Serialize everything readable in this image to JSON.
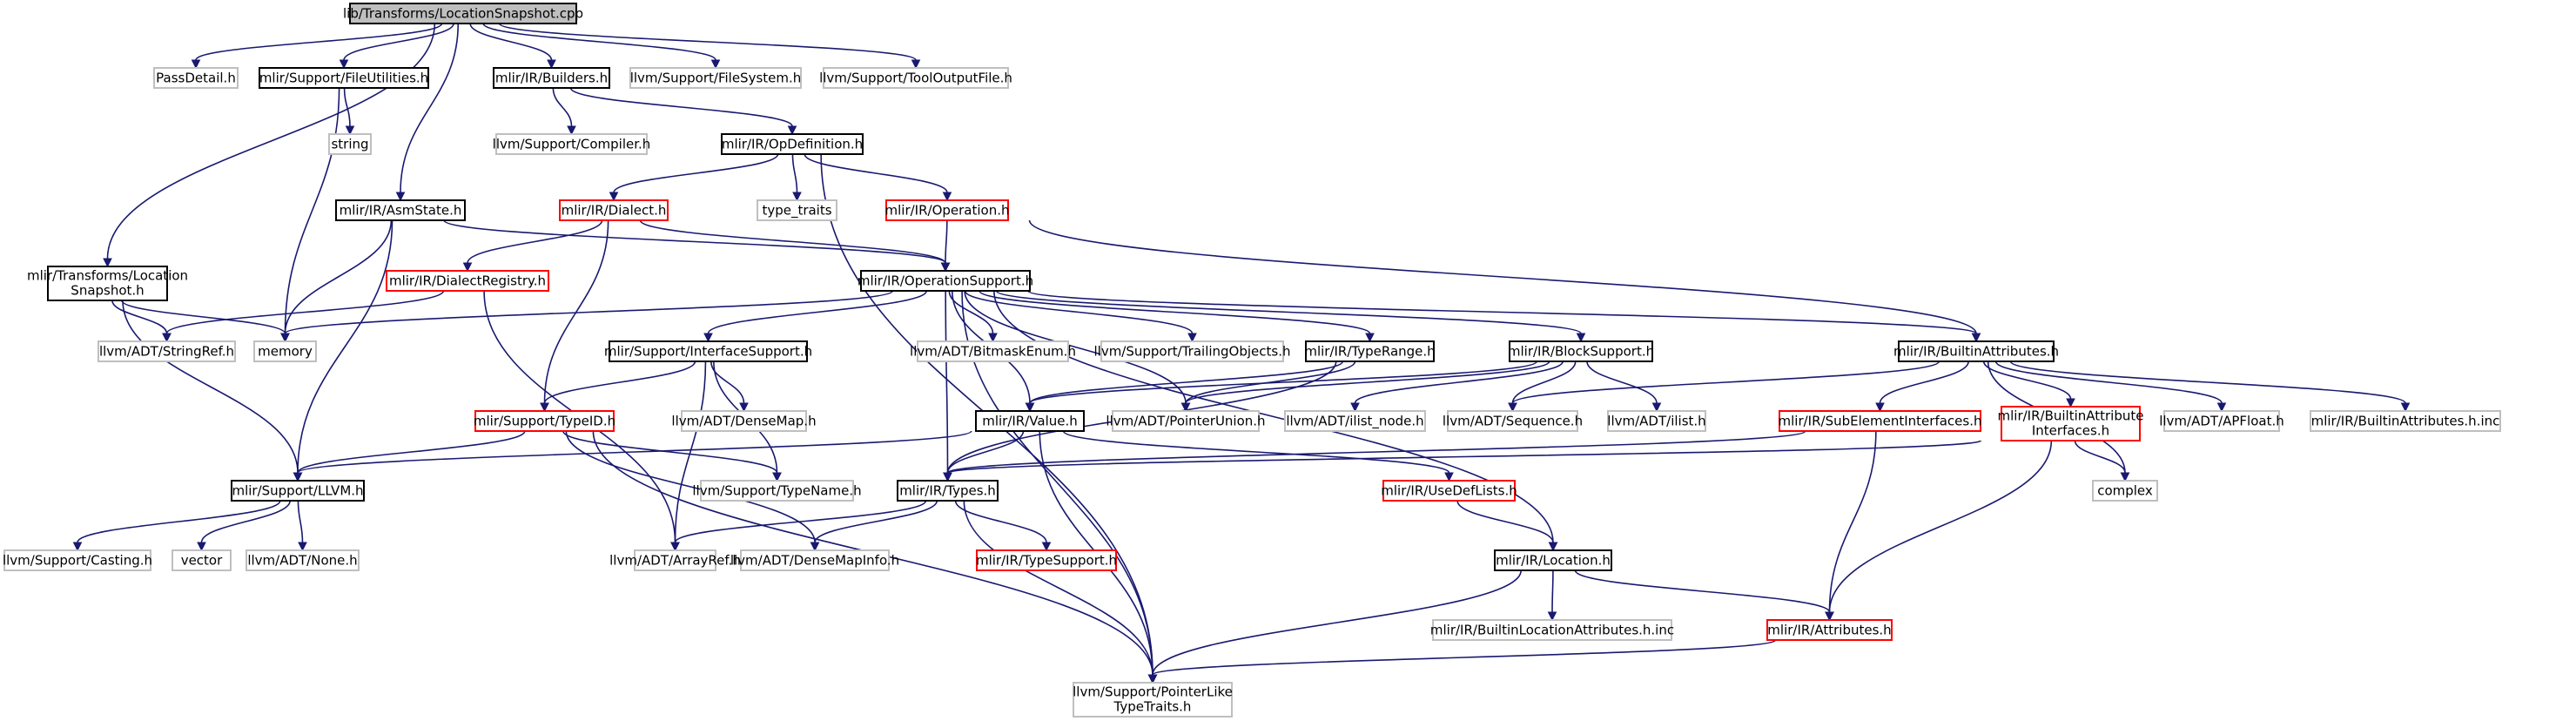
{
  "diagram": {
    "colors": {
      "edge": "#191970",
      "root_fill": "#bfbfbf",
      "root_stroke": "#000000",
      "normal_stroke": "#000000",
      "error_stroke": "#ff0000",
      "leaf_stroke": "#bfbfbf",
      "text": "#000000"
    },
    "nodes": [
      {
        "id": "root",
        "lines": [
          "lib/Transforms/LocationSnapshot.cpp"
        ],
        "style": "root"
      },
      {
        "id": "passdetail",
        "lines": [
          "PassDetail.h"
        ],
        "style": "leaf"
      },
      {
        "id": "fileutil",
        "lines": [
          "mlir/Support/FileUtilities.h"
        ],
        "style": "normal"
      },
      {
        "id": "builders",
        "lines": [
          "mlir/IR/Builders.h"
        ],
        "style": "normal"
      },
      {
        "id": "filesystem",
        "lines": [
          "llvm/Support/FileSystem.h"
        ],
        "style": "leaf"
      },
      {
        "id": "tooloutput",
        "lines": [
          "llvm/Support/ToolOutputFile.h"
        ],
        "style": "leaf"
      },
      {
        "id": "string",
        "lines": [
          "string"
        ],
        "style": "leaf"
      },
      {
        "id": "compiler",
        "lines": [
          "llvm/Support/Compiler.h"
        ],
        "style": "leaf"
      },
      {
        "id": "opdef",
        "lines": [
          "mlir/IR/OpDefinition.h"
        ],
        "style": "normal"
      },
      {
        "id": "asmstate",
        "lines": [
          "mlir/IR/AsmState.h"
        ],
        "style": "normal"
      },
      {
        "id": "dialect",
        "lines": [
          "mlir/IR/Dialect.h"
        ],
        "style": "error"
      },
      {
        "id": "typetraits",
        "lines": [
          "type_traits"
        ],
        "style": "leaf"
      },
      {
        "id": "operation",
        "lines": [
          "mlir/IR/Operation.h"
        ],
        "style": "error"
      },
      {
        "id": "locsnap",
        "lines": [
          "mlir/Transforms/Location",
          "Snapshot.h"
        ],
        "style": "normal"
      },
      {
        "id": "dialectreg",
        "lines": [
          "mlir/IR/DialectRegistry.h"
        ],
        "style": "error"
      },
      {
        "id": "opsupport",
        "lines": [
          "mlir/IR/OperationSupport.h"
        ],
        "style": "normal"
      },
      {
        "id": "stringref",
        "lines": [
          "llvm/ADT/StringRef.h"
        ],
        "style": "leaf"
      },
      {
        "id": "memory",
        "lines": [
          "memory"
        ],
        "style": "leaf"
      },
      {
        "id": "ifacesupport",
        "lines": [
          "mlir/Support/InterfaceSupport.h"
        ],
        "style": "normal"
      },
      {
        "id": "bitmask",
        "lines": [
          "llvm/ADT/BitmaskEnum.h"
        ],
        "style": "leaf"
      },
      {
        "id": "trailing",
        "lines": [
          "llvm/Support/TrailingObjects.h"
        ],
        "style": "leaf"
      },
      {
        "id": "typerange",
        "lines": [
          "mlir/IR/TypeRange.h"
        ],
        "style": "normal"
      },
      {
        "id": "blocksupport",
        "lines": [
          "mlir/IR/BlockSupport.h"
        ],
        "style": "normal"
      },
      {
        "id": "builtinattr",
        "lines": [
          "mlir/IR/BuiltinAttributes.h"
        ],
        "style": "normal"
      },
      {
        "id": "typeid",
        "lines": [
          "mlir/Support/TypeID.h"
        ],
        "style": "error"
      },
      {
        "id": "densemap",
        "lines": [
          "llvm/ADT/DenseMap.h"
        ],
        "style": "leaf"
      },
      {
        "id": "value",
        "lines": [
          "mlir/IR/Value.h"
        ],
        "style": "normal"
      },
      {
        "id": "ptrunion",
        "lines": [
          "llvm/ADT/PointerUnion.h"
        ],
        "style": "leaf"
      },
      {
        "id": "ilistnode",
        "lines": [
          "llvm/ADT/ilist_node.h"
        ],
        "style": "leaf"
      },
      {
        "id": "sequence",
        "lines": [
          "llvm/ADT/Sequence.h"
        ],
        "style": "leaf"
      },
      {
        "id": "ilist",
        "lines": [
          "llvm/ADT/ilist.h"
        ],
        "style": "leaf"
      },
      {
        "id": "subelem",
        "lines": [
          "mlir/IR/SubElementInterfaces.h"
        ],
        "style": "error"
      },
      {
        "id": "builtinattrif",
        "lines": [
          "mlir/IR/BuiltinAttribute",
          "Interfaces.h"
        ],
        "style": "error"
      },
      {
        "id": "apfloat",
        "lines": [
          "llvm/ADT/APFloat.h"
        ],
        "style": "leaf"
      },
      {
        "id": "builtinattrinc",
        "lines": [
          "mlir/IR/BuiltinAttributes.h.inc"
        ],
        "style": "leaf"
      },
      {
        "id": "llvm",
        "lines": [
          "mlir/Support/LLVM.h"
        ],
        "style": "normal"
      },
      {
        "id": "typename",
        "lines": [
          "llvm/Support/TypeName.h"
        ],
        "style": "leaf"
      },
      {
        "id": "types",
        "lines": [
          "mlir/IR/Types.h"
        ],
        "style": "normal"
      },
      {
        "id": "usedef",
        "lines": [
          "mlir/IR/UseDefLists.h"
        ],
        "style": "error"
      },
      {
        "id": "complex",
        "lines": [
          "complex"
        ],
        "style": "leaf"
      },
      {
        "id": "casting",
        "lines": [
          "llvm/Support/Casting.h"
        ],
        "style": "leaf"
      },
      {
        "id": "vector",
        "lines": [
          "vector"
        ],
        "style": "leaf"
      },
      {
        "id": "none",
        "lines": [
          "llvm/ADT/None.h"
        ],
        "style": "leaf"
      },
      {
        "id": "arrayref",
        "lines": [
          "llvm/ADT/ArrayRef.h"
        ],
        "style": "leaf"
      },
      {
        "id": "densemapinfo",
        "lines": [
          "llvm/ADT/DenseMapInfo.h"
        ],
        "style": "leaf"
      },
      {
        "id": "typesupport",
        "lines": [
          "mlir/IR/TypeSupport.h"
        ],
        "style": "error"
      },
      {
        "id": "location",
        "lines": [
          "mlir/IR/Location.h"
        ],
        "style": "normal"
      },
      {
        "id": "builtinlocinc",
        "lines": [
          "mlir/IR/BuiltinLocationAttributes.h.inc"
        ],
        "style": "leaf"
      },
      {
        "id": "attributes",
        "lines": [
          "mlir/IR/Attributes.h"
        ],
        "style": "error"
      },
      {
        "id": "ptrlike",
        "lines": [
          "llvm/Support/PointerLike",
          "TypeTraits.h"
        ],
        "style": "leaf"
      }
    ],
    "edges": [
      [
        "root",
        "passdetail"
      ],
      [
        "root",
        "fileutil"
      ],
      [
        "root",
        "builders"
      ],
      [
        "root",
        "filesystem"
      ],
      [
        "root",
        "tooloutput"
      ],
      [
        "root",
        "asmstate"
      ],
      [
        "root",
        "locsnap"
      ],
      [
        "fileutil",
        "string"
      ],
      [
        "fileutil",
        "memory"
      ],
      [
        "builders",
        "compiler"
      ],
      [
        "builders",
        "opdef"
      ],
      [
        "opdef",
        "dialect"
      ],
      [
        "opdef",
        "typetraits"
      ],
      [
        "opdef",
        "operation"
      ],
      [
        "opdef",
        "ptrlike"
      ],
      [
        "asmstate",
        "opsupport"
      ],
      [
        "asmstate",
        "memory"
      ],
      [
        "asmstate",
        "llvm"
      ],
      [
        "locsnap",
        "stringref"
      ],
      [
        "locsnap",
        "memory"
      ],
      [
        "locsnap",
        "llvm"
      ],
      [
        "dialect",
        "dialectreg"
      ],
      [
        "dialect",
        "opsupport"
      ],
      [
        "dialect",
        "typeid"
      ],
      [
        "operation",
        "opsupport"
      ],
      [
        "operation",
        "builtinattr"
      ],
      [
        "dialectreg",
        "stringref"
      ],
      [
        "dialectreg",
        "arrayref"
      ],
      [
        "opsupport",
        "memory"
      ],
      [
        "opsupport",
        "ifacesupport"
      ],
      [
        "opsupport",
        "bitmask"
      ],
      [
        "opsupport",
        "trailing"
      ],
      [
        "opsupport",
        "typerange"
      ],
      [
        "opsupport",
        "blocksupport"
      ],
      [
        "opsupport",
        "builtinattr"
      ],
      [
        "opsupport",
        "value"
      ],
      [
        "opsupport",
        "ptrunion"
      ],
      [
        "opsupport",
        "types"
      ],
      [
        "opsupport",
        "location"
      ],
      [
        "opsupport",
        "ptrlike"
      ],
      [
        "ifacesupport",
        "typeid"
      ],
      [
        "ifacesupport",
        "densemap"
      ],
      [
        "ifacesupport",
        "typename"
      ],
      [
        "ifacesupport",
        "arrayref"
      ],
      [
        "typerange",
        "value"
      ],
      [
        "typerange",
        "types"
      ],
      [
        "typerange",
        "ptrunion"
      ],
      [
        "blocksupport",
        "value"
      ],
      [
        "blocksupport",
        "ptrunion"
      ],
      [
        "blocksupport",
        "ilistnode"
      ],
      [
        "blocksupport",
        "sequence"
      ],
      [
        "blocksupport",
        "ilist"
      ],
      [
        "builtinattr",
        "sequence"
      ],
      [
        "builtinattr",
        "subelem"
      ],
      [
        "builtinattr",
        "builtinattrif"
      ],
      [
        "builtinattr",
        "apfloat"
      ],
      [
        "builtinattr",
        "builtinattrinc"
      ],
      [
        "builtinattr",
        "complex"
      ],
      [
        "typeid",
        "llvm"
      ],
      [
        "typeid",
        "typename"
      ],
      [
        "typeid",
        "densemapinfo"
      ],
      [
        "typeid",
        "ptrlike"
      ],
      [
        "value",
        "llvm"
      ],
      [
        "value",
        "types"
      ],
      [
        "value",
        "usedef"
      ],
      [
        "value",
        "ptrlike"
      ],
      [
        "subelem",
        "types"
      ],
      [
        "subelem",
        "attributes"
      ],
      [
        "builtinattrif",
        "types"
      ],
      [
        "builtinattrif",
        "complex"
      ],
      [
        "builtinattrif",
        "attributes"
      ],
      [
        "llvm",
        "casting"
      ],
      [
        "llvm",
        "vector"
      ],
      [
        "llvm",
        "none"
      ],
      [
        "types",
        "arrayref"
      ],
      [
        "types",
        "densemapinfo"
      ],
      [
        "types",
        "typesupport"
      ],
      [
        "types",
        "ptrlike"
      ],
      [
        "usedef",
        "location"
      ],
      [
        "location",
        "builtinlocinc"
      ],
      [
        "location",
        "attributes"
      ],
      [
        "location",
        "ptrlike"
      ],
      [
        "attributes",
        "ptrlike"
      ]
    ]
  }
}
